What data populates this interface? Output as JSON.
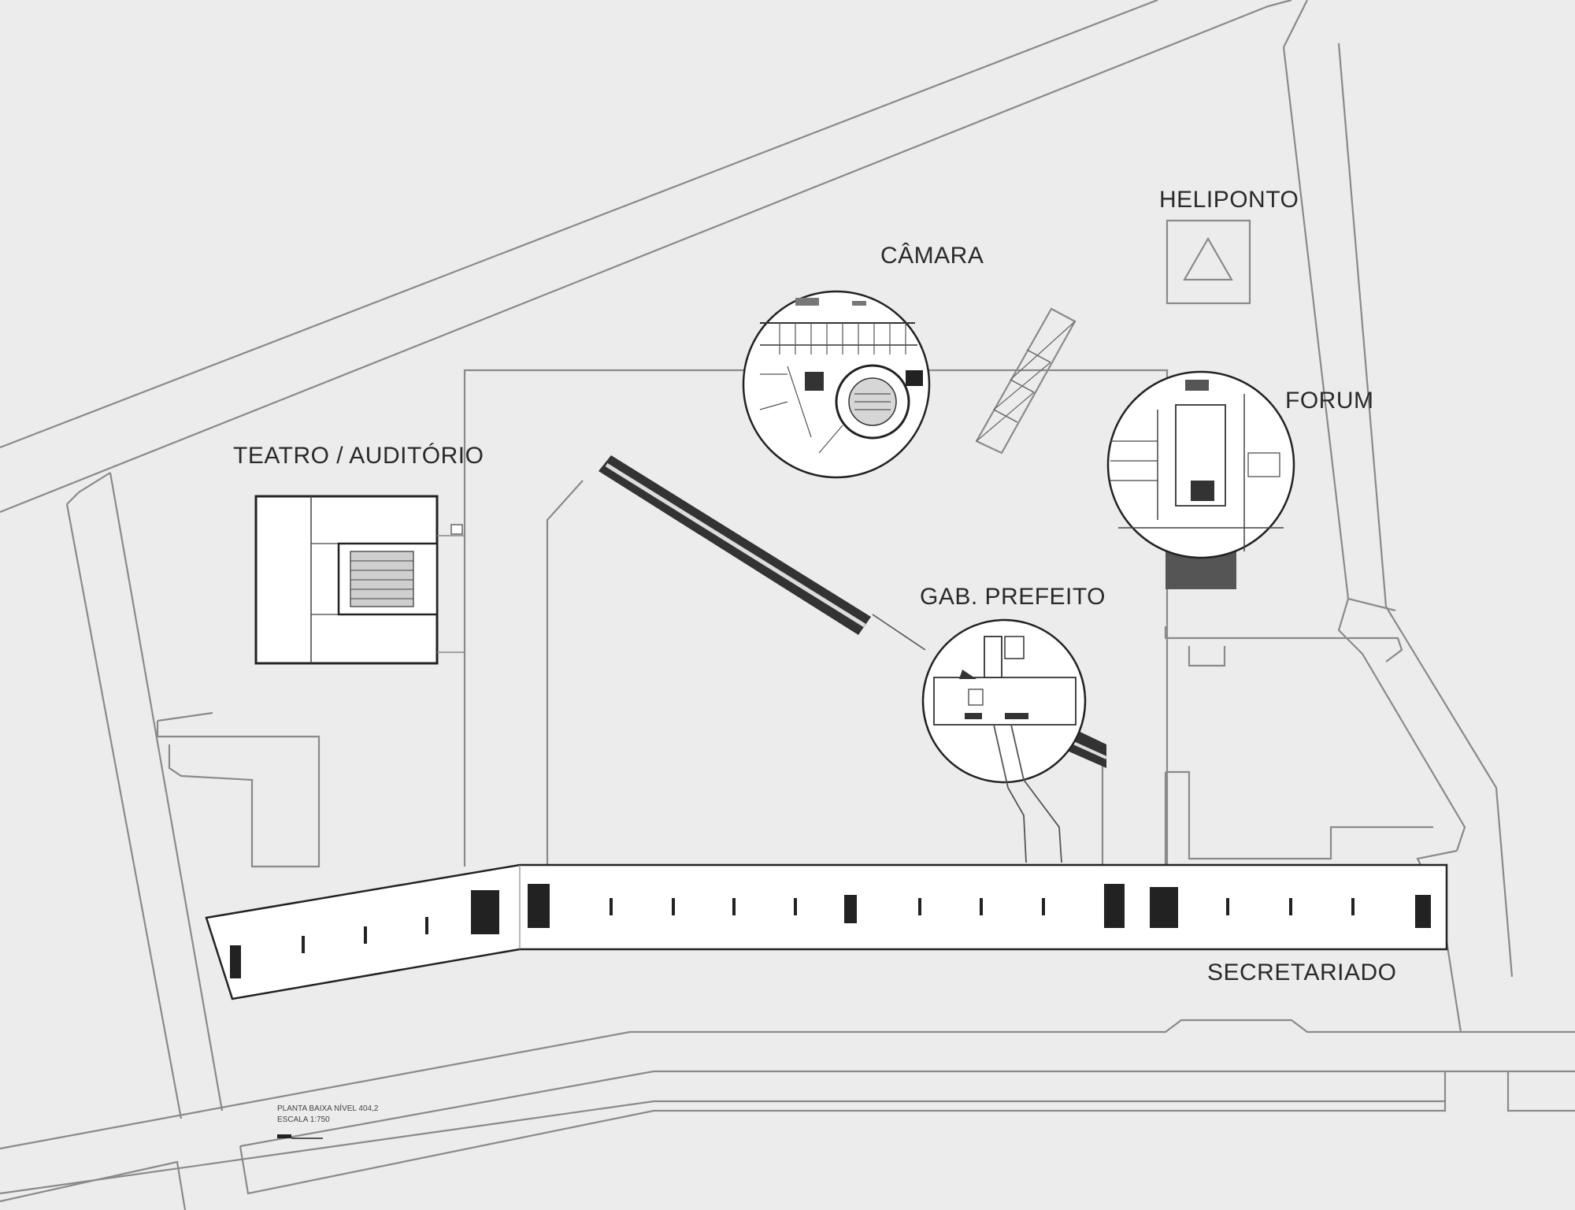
{
  "labels": {
    "heliponto": "HELIPONTO",
    "camara": "CÂMARA",
    "forum": "FORUM",
    "teatro": "TEATRO / AUDITÓRIO",
    "gabinete": "GAB. PREFEITO",
    "secretariado": "SECRETARIADO"
  },
  "caption": {
    "line1": "PLANTA BAIXA NÍVEL 404,2",
    "line2": "ESCALA 1:750"
  },
  "colors": {
    "background": "#ececec",
    "line": "#8a8a8a",
    "ink": "#222222"
  }
}
